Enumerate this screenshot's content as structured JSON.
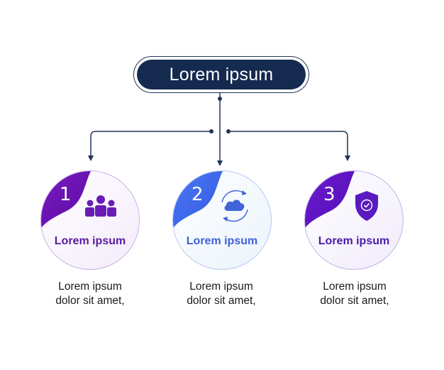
{
  "title": "Lorem ipsum",
  "steps": [
    {
      "number": "1",
      "icon": "people-icon",
      "label": "Lorem ipsum",
      "desc_line1": "Lorem ipsum",
      "desc_line2": "dolor sit amet,",
      "accent": "#6a0dad",
      "label_color": "#5b1a9e"
    },
    {
      "number": "2",
      "icon": "cloud-sync-icon",
      "label": "Lorem ipsum",
      "desc_line1": "Lorem ipsum",
      "desc_line2": "dolor sit amet,",
      "accent": "#3f6df2",
      "label_color": "#3e62d8"
    },
    {
      "number": "3",
      "icon": "shield-check-icon",
      "label": "Lorem ipsum",
      "desc_line1": "Lorem ipsum",
      "desc_line2": "dolor sit amet,",
      "accent": "#6416c8",
      "label_color": "#4b1aa8"
    }
  ]
}
